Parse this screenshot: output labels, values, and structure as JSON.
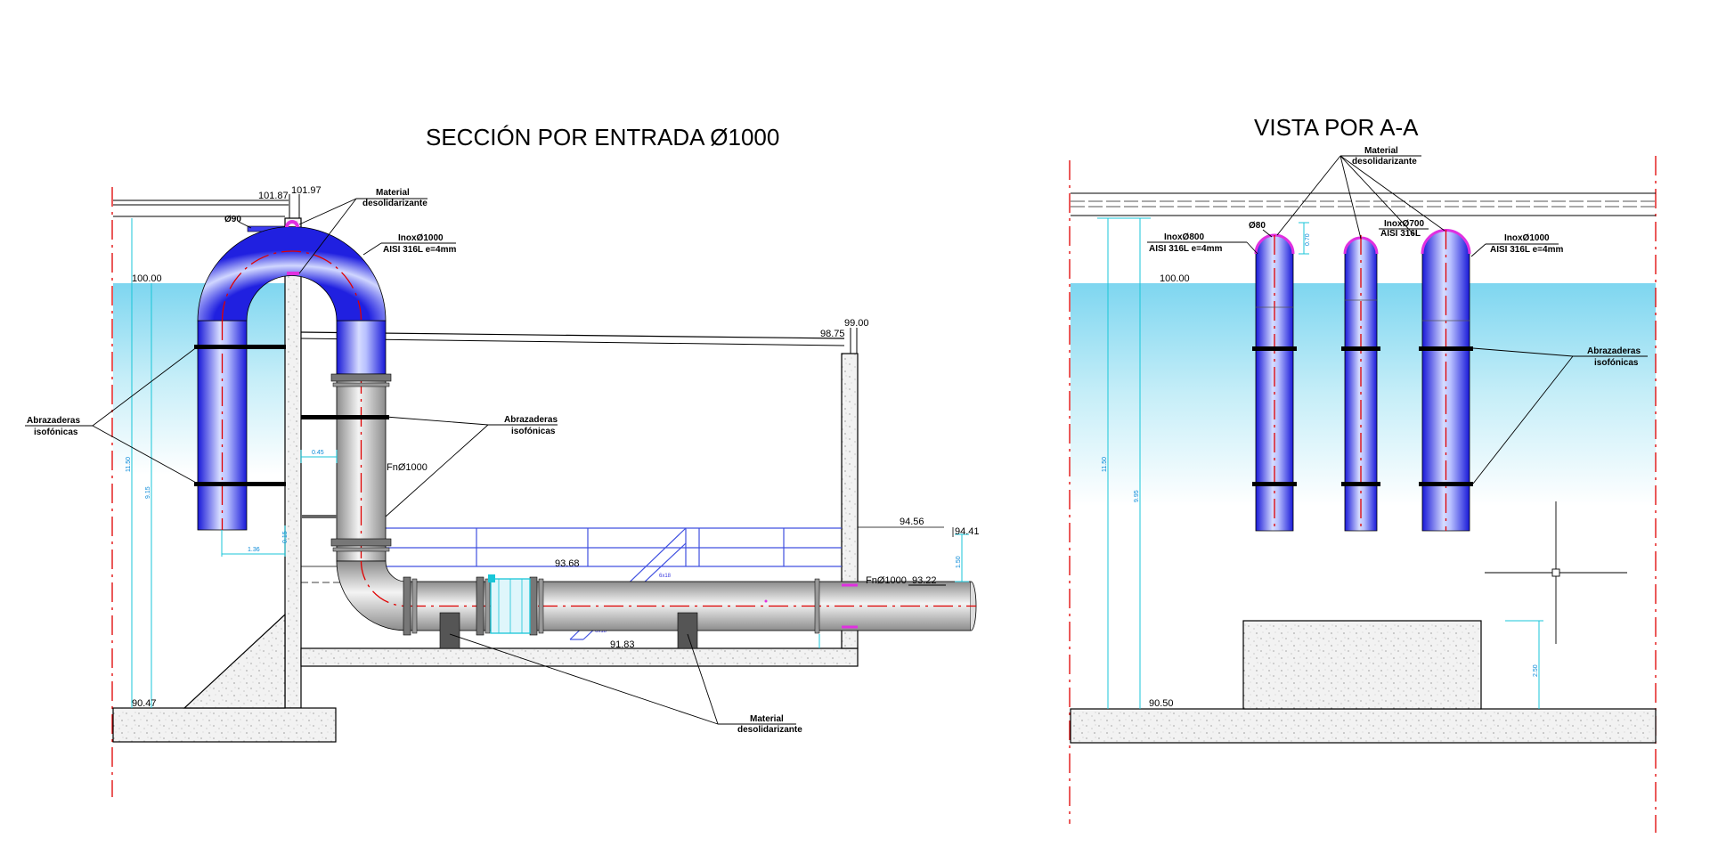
{
  "colors": {
    "water": "#a8e4f4",
    "pipe_inox": "#2a2ae6",
    "pipe_fundicion": "#b4b4b4",
    "axis_red": "#e00000",
    "dimension_cyan": "#18c6d8",
    "gasket_magenta": "#e030e0",
    "railing_blue": "#4050e0"
  },
  "section": {
    "title": "SECCIÓN POR ENTRADA Ø1000",
    "levels": {
      "l10187": "101.87",
      "l10197": "101.97",
      "l10000": "100.00",
      "l9900": "99.00",
      "l9875": "98.75",
      "l9456": "94.56",
      "l9441": "94.41",
      "l9368": "93.68",
      "l9322": "93.22",
      "l9183": "91.83",
      "l9047": "90.47"
    },
    "labels": {
      "material_top_1": "Material",
      "material_top_2": "desolidarizante",
      "d90": "Ø90",
      "inox_1": "InoxØ1000",
      "inox_2": "AISI 316L e=4mm",
      "abraz_left_1": "Abrazaderas",
      "abraz_left_2": "isofónicas",
      "abraz_mid_1": "Abrazaderas",
      "abraz_mid_2": "isofónicas",
      "fn_vertical": "FnØ1000",
      "fn_horizontal": "FnØ1000",
      "material_bottom_1": "Material",
      "material_bottom_2": "desolidarizante"
    },
    "dims": {
      "h_total": "11.50",
      "h_pipe": "9.15",
      "d_a": "0.45",
      "d_b": "1.36",
      "d_c": "0.15",
      "d_d": "1.50"
    }
  },
  "view": {
    "title": "VISTA POR A-A",
    "levels": {
      "l10000": "100.00",
      "l9050": "90.50"
    },
    "labels": {
      "material_1": "Material",
      "material_2": "desolidarizante",
      "d80": "Ø80",
      "inox800_1": "InoxØ800",
      "inox800_2": "AISI 316L e=4mm",
      "inox700_1": "InoxØ700",
      "inox700_2": "AISI 316L",
      "inox1000_1": "InoxØ1000",
      "inox1000_2": "AISI 316L e=4mm",
      "abraz_1": "Abrazaderas",
      "abraz_2": "isofónicas"
    },
    "dims": {
      "h_total": "11.50",
      "h_pipe": "9.95",
      "d_top": "0.70",
      "d_box": "2.50"
    }
  }
}
